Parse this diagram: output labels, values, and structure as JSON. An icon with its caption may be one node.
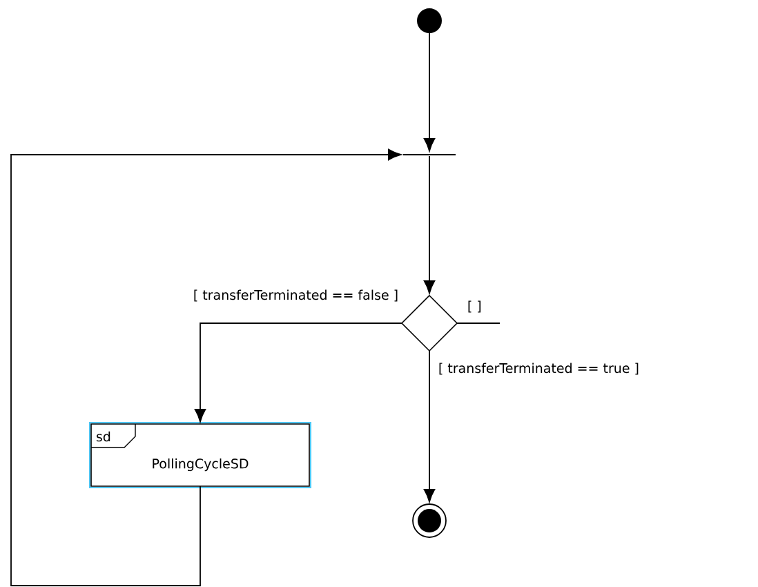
{
  "diagram": {
    "nodes": [
      {
        "text": [],
        "shape": "circle"
      },
      {
        "text": [],
        "shape": "bar"
      },
      {
        "text": [],
        "shape": "diamond"
      },
      {
        "text": [
          "sd",
          "PollingCycleSD"
        ]
      },
      {
        "text": [],
        "shape": "circle"
      }
    ],
    "edges": [
      {
        "from": 0,
        "to": 1,
        "arrow": "to"
      },
      {
        "from": 1,
        "to": 2,
        "arrow": "to"
      },
      {
        "from": 2,
        "to": 3,
        "arrow": "to",
        "label": "[ transferTerminated == false ]"
      },
      {
        "from": 2,
        "to": 4,
        "arrow": "to",
        "label": "[ transferTerminated == true ]"
      },
      {
        "from": 3,
        "to": 1,
        "arrow": "to"
      },
      {
        "from": 2,
        "to": null,
        "arrow": "none",
        "label": "[ ]"
      }
    ]
  }
}
